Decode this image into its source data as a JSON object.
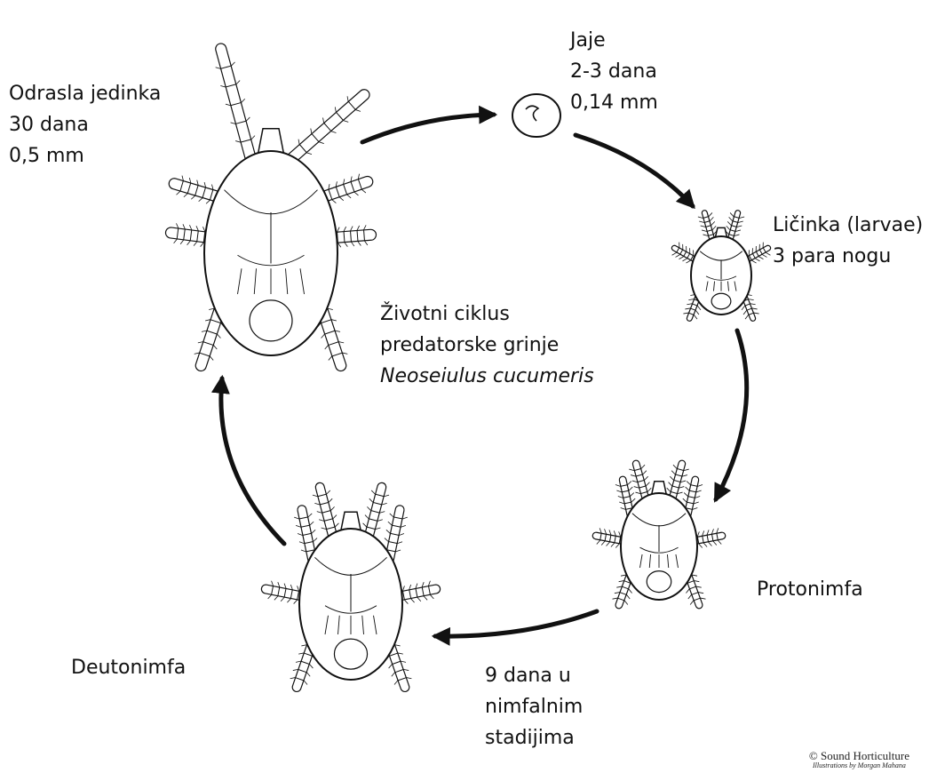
{
  "title": {
    "line1": "Životni ciklus",
    "line2": "predatorske grinje",
    "line3": "Neoseiulus cucumeris"
  },
  "stages": [
    {
      "lines": [
        "Odrasla jedinka",
        "30 dana",
        "0,5 mm"
      ]
    },
    {
      "lines": [
        "Jaje",
        "2-3 dana",
        "0,14 mm"
      ]
    },
    {
      "lines": [
        "Ličinka (larvae)",
        "3 para nogu"
      ]
    },
    {
      "lines": [
        "Protonimfa"
      ]
    },
    {
      "lines": [
        "9 dana u",
        "nimfalnim",
        "stadijima"
      ]
    },
    {
      "lines": [
        "Deutonimfa"
      ]
    }
  ],
  "credit": {
    "line1": "© Sound Horticulture",
    "line2": "Illustrations by Morgan Mahana"
  },
  "colors": {
    "ink": "#111111",
    "body_fill": "#ffffff",
    "arrow": "#111111"
  }
}
